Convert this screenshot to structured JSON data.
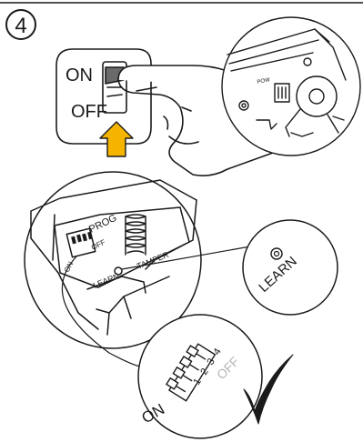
{
  "step": {
    "number": "4"
  },
  "switch_panel": {
    "on_label": "ON",
    "off_label": "OFF"
  },
  "detail_top": {
    "small_label": "POW"
  },
  "board": {
    "prog_label": "PROG",
    "off_label": "OFF",
    "on_label": "ON",
    "learn_label": "LEARN",
    "tamper_label": "TAMPER"
  },
  "learn_zoom": {
    "label": "LEARN"
  },
  "dip_zoom": {
    "numbers": [
      "1",
      "2",
      "3",
      "4"
    ],
    "off_label": "OFF",
    "on_label": "ON"
  },
  "colors": {
    "arrow": "#f5b400",
    "line": "#1a1a1a",
    "faded_text": "#b5b5b5"
  }
}
